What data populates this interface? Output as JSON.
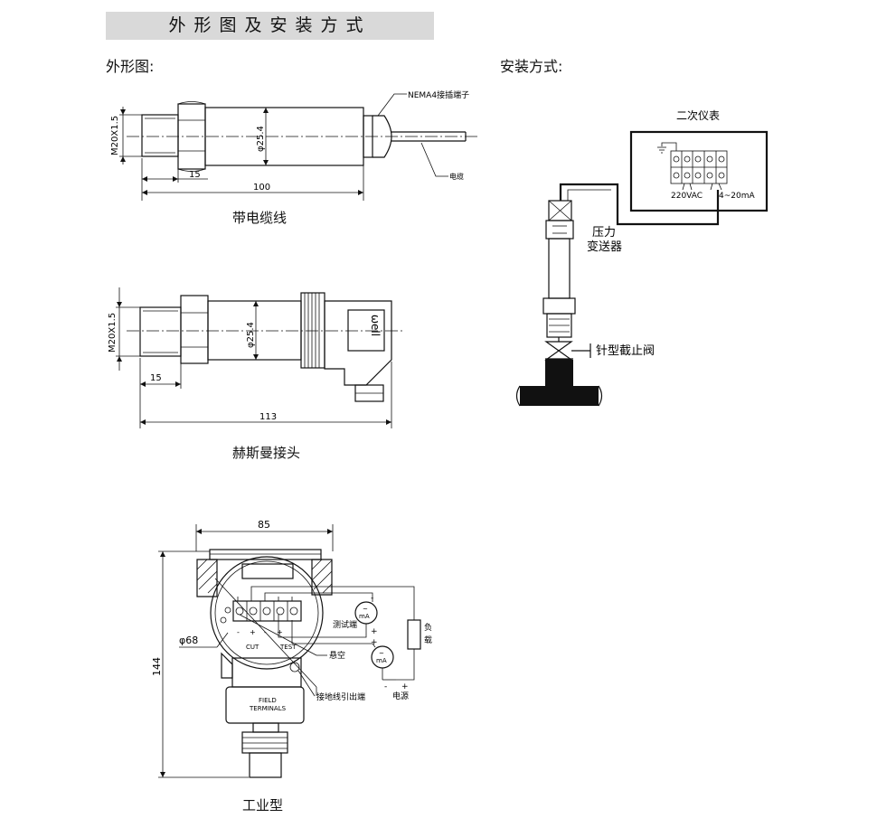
{
  "header": {
    "title": "外形图及安装方式"
  },
  "sections": {
    "outline_label": "外形图:",
    "install_label": "安装方式:"
  },
  "cable_model": {
    "caption": "带电缆线",
    "thread_dim": "M20X1.5",
    "diameter_dim": "φ25.4",
    "length_15": "15",
    "length_total": "100",
    "connector_note": "NEMA4接插端子",
    "cable_note": "电缆"
  },
  "hirschmann_model": {
    "caption": "赫斯曼接头",
    "thread_dim": "M20X1.5",
    "diameter_dim": "φ25.4",
    "length_15": "15",
    "length_total": "113",
    "plug_mark": "ωell"
  },
  "industrial_model": {
    "caption": "工业型",
    "width_dim": "85",
    "height_dim": "144",
    "diameter_dim": "φ68",
    "field_terminals": [
      "FIELD",
      "TERMINALS"
    ],
    "terminal_signs": [
      "-",
      "+",
      "-",
      "+"
    ],
    "cut_label": "CUT",
    "test_label": "TEST",
    "meter_unit": "mA",
    "test_port": "测试端",
    "floating": "悬空",
    "ground_lead": "接地线引出端",
    "load": [
      "负",
      "载"
    ],
    "power_source": "电源",
    "power_minus": "-",
    "power_plus": "+"
  },
  "installation": {
    "secondary_instrument": "二次仪表",
    "voltage_label": "220VAC",
    "signal_label": "4~20mA",
    "transmitter": [
      "压力",
      "变送器"
    ],
    "needle_valve": "针型截止阀"
  }
}
